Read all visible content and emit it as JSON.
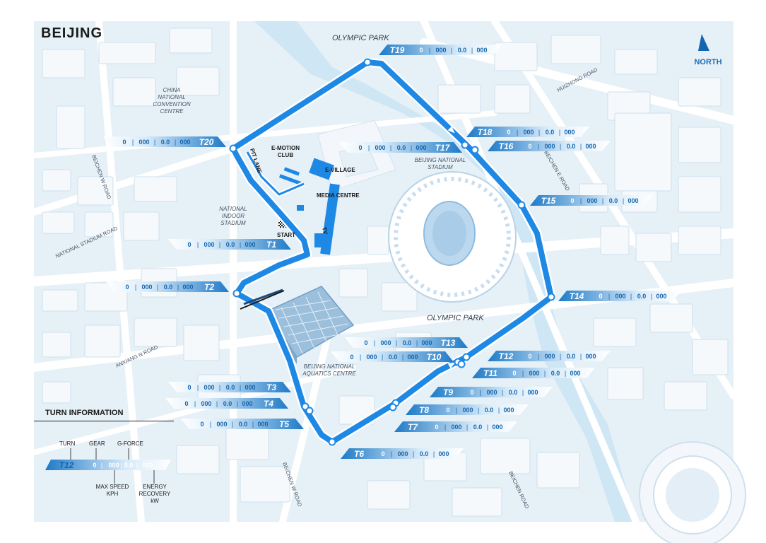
{
  "city_title": "BEIJING",
  "north_label": "NORTH",
  "areas": [
    "OLYMPIC PARK",
    "OLYMPIC PARK"
  ],
  "roads": [
    "HUIZHONG ROAD",
    "BEICHEN W ROAD",
    "BEICHEN E ROAD",
    "NATIONAL STADIUM ROAD",
    "ANXIANG N ROAD",
    "BEICHEN W ROAD",
    "BEICHEN ROAD"
  ],
  "venues": {
    "convention": [
      "CHINA",
      "NATIONAL",
      "CONVENTION",
      "CENTRE"
    ],
    "indoor": [
      "NATIONAL",
      "INDOOR",
      "STADIUM"
    ],
    "stadium": [
      "BEIJING NATIONAL",
      "STADIUM"
    ],
    "aquatics": [
      "BEIJING NATIONAL",
      "AQUATICS CENTRE"
    ]
  },
  "facilities": {
    "emotion": [
      "E-MOTION",
      "CLUB"
    ],
    "evillage": "E-VILLAGE",
    "media": "MEDIA CENTRE",
    "pit": "PIT LANE",
    "start": "START",
    "tv": "TV"
  },
  "turns": [
    {
      "id": "T1",
      "gear": "0",
      "speed": "000",
      "g": "0.0",
      "energy": "000"
    },
    {
      "id": "T2",
      "gear": "0",
      "speed": "000",
      "g": "0.0",
      "energy": "000"
    },
    {
      "id": "T3",
      "gear": "0",
      "speed": "000",
      "g": "0.0",
      "energy": "000"
    },
    {
      "id": "T4",
      "gear": "0",
      "speed": "000",
      "g": "0.0",
      "energy": "000"
    },
    {
      "id": "T5",
      "gear": "0",
      "speed": "000",
      "g": "0.0",
      "energy": "000"
    },
    {
      "id": "T6",
      "gear": "0",
      "speed": "000",
      "g": "0.0",
      "energy": "000"
    },
    {
      "id": "T7",
      "gear": "0",
      "speed": "000",
      "g": "0.0",
      "energy": "000"
    },
    {
      "id": "T8",
      "gear": "0",
      "speed": "000",
      "g": "0.0",
      "energy": "000"
    },
    {
      "id": "T9",
      "gear": "0",
      "speed": "000",
      "g": "0.0",
      "energy": "000"
    },
    {
      "id": "T10",
      "gear": "0",
      "speed": "000",
      "g": "0.0",
      "energy": "000"
    },
    {
      "id": "T11",
      "gear": "0",
      "speed": "000",
      "g": "0.0",
      "energy": "000"
    },
    {
      "id": "T12",
      "gear": "0",
      "speed": "000",
      "g": "0.0",
      "energy": "000"
    },
    {
      "id": "T13",
      "gear": "0",
      "speed": "000",
      "g": "0.0",
      "energy": "000"
    },
    {
      "id": "T14",
      "gear": "0",
      "speed": "000",
      "g": "0.0",
      "energy": "000"
    },
    {
      "id": "T15",
      "gear": "0",
      "speed": "000",
      "g": "0.0",
      "energy": "000"
    },
    {
      "id": "T16",
      "gear": "0",
      "speed": "000",
      "g": "0.0",
      "energy": "000"
    },
    {
      "id": "T17",
      "gear": "0",
      "speed": "000",
      "g": "0.0",
      "energy": "000"
    },
    {
      "id": "T18",
      "gear": "0",
      "speed": "000",
      "g": "0.0",
      "energy": "000"
    },
    {
      "id": "T19",
      "gear": "0",
      "speed": "000",
      "g": "0.0",
      "energy": "000"
    },
    {
      "id": "T20",
      "gear": "0",
      "speed": "000",
      "g": "0.0",
      "energy": "000"
    }
  ],
  "legend": {
    "title": "TURN INFORMATION",
    "turn": "TURN",
    "gear": "GEAR",
    "gforce": "G-FORCE",
    "maxspeed": [
      "MAX SPEED",
      "KPH"
    ],
    "energy": [
      "ENERGY",
      "RECOVERY",
      "kW"
    ],
    "sample": {
      "id": "T12",
      "gear": "0",
      "speed": "000",
      "g": "0.0",
      "energy": "000"
    }
  },
  "colors": {
    "track": "#1e88e5",
    "track_edge": "#ffffff",
    "label_dark": "#1566b0",
    "label_light": "#ffffff",
    "land": "#e6f0f7",
    "road": "#ffffff",
    "building": "#f4f8fb",
    "water": "#cfe6f5",
    "venue": "#1e88e5"
  }
}
